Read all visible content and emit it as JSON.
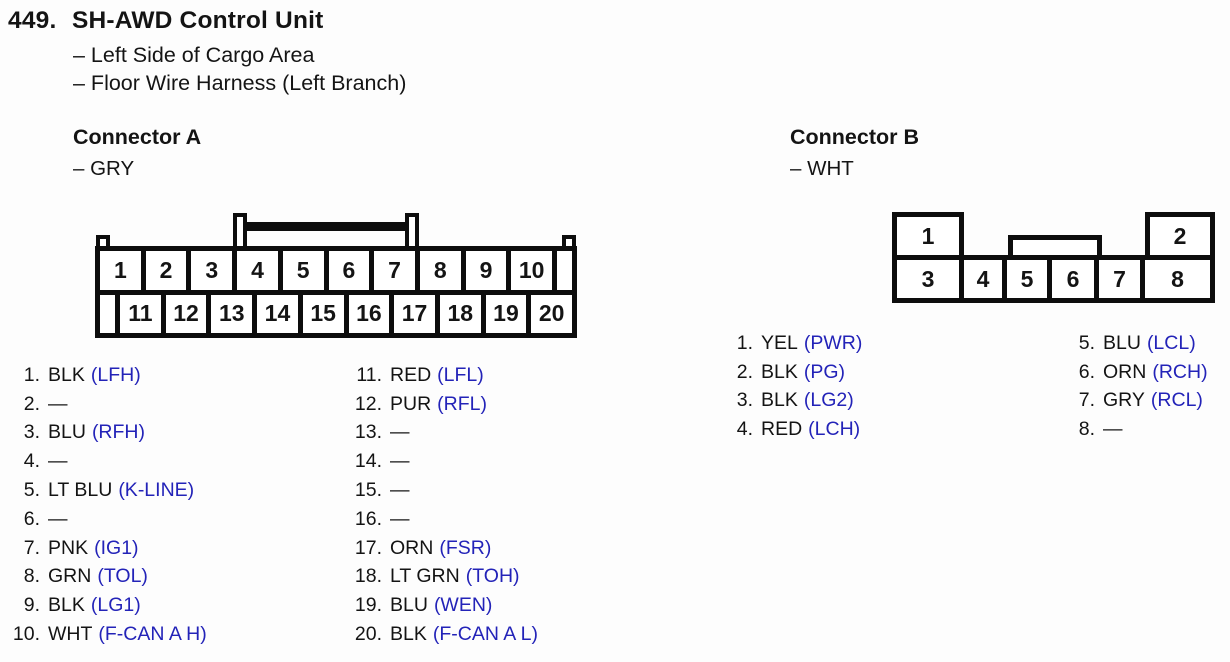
{
  "page": {
    "number": "449.",
    "title": "SH-AWD Control Unit",
    "location_lines": [
      "– Left Side of Cargo Area",
      "– Floor Wire Harness (Left Branch)"
    ]
  },
  "colors": {
    "signal_blue": "#2323b8",
    "text_black": "#141414",
    "line_black": "#0d0d0d",
    "background": "#fdfdfd"
  },
  "connector_a": {
    "title": "Connector A",
    "color_label": "– GRY",
    "top_row_pins": [
      "1",
      "2",
      "3",
      "4",
      "5",
      "6",
      "7",
      "8",
      "9",
      "10"
    ],
    "bottom_row_pins": [
      "11",
      "12",
      "13",
      "14",
      "15",
      "16",
      "17",
      "18",
      "19",
      "20"
    ],
    "pins_col1": [
      {
        "num": "1.",
        "wire": "BLK",
        "signal": "(LFH)"
      },
      {
        "num": "2.",
        "wire": "—",
        "signal": ""
      },
      {
        "num": "3.",
        "wire": "BLU",
        "signal": "(RFH)"
      },
      {
        "num": "4.",
        "wire": "—",
        "signal": ""
      },
      {
        "num": "5.",
        "wire": "LT BLU",
        "signal": "(K-LINE)"
      },
      {
        "num": "6.",
        "wire": "—",
        "signal": ""
      },
      {
        "num": "7.",
        "wire": "PNK",
        "signal": "(IG1)"
      },
      {
        "num": "8.",
        "wire": "GRN",
        "signal": "(TOL)"
      },
      {
        "num": "9.",
        "wire": "BLK",
        "signal": "(LG1)"
      },
      {
        "num": "10.",
        "wire": "WHT",
        "signal": "(F-CAN A H)"
      }
    ],
    "pins_col2": [
      {
        "num": "11.",
        "wire": "RED",
        "signal": "(LFL)"
      },
      {
        "num": "12.",
        "wire": "PUR",
        "signal": "(RFL)"
      },
      {
        "num": "13.",
        "wire": "—",
        "signal": ""
      },
      {
        "num": "14.",
        "wire": "—",
        "signal": ""
      },
      {
        "num": "15.",
        "wire": "—",
        "signal": ""
      },
      {
        "num": "16.",
        "wire": "—",
        "signal": ""
      },
      {
        "num": "17.",
        "wire": "ORN",
        "signal": "(FSR)"
      },
      {
        "num": "18.",
        "wire": "LT GRN",
        "signal": "(TOH)"
      },
      {
        "num": "19.",
        "wire": "BLU",
        "signal": "(WEN)"
      },
      {
        "num": "20.",
        "wire": "BLK",
        "signal": "(F-CAN A L)"
      }
    ]
  },
  "connector_b": {
    "title": "Connector B",
    "color_label": "– WHT",
    "top_pins": [
      "1",
      "2"
    ],
    "bottom_pins": [
      "3",
      "4",
      "5",
      "6",
      "7",
      "8"
    ],
    "pins_col1": [
      {
        "num": "1.",
        "wire": "YEL",
        "signal": "(PWR)"
      },
      {
        "num": "2.",
        "wire": "BLK",
        "signal": "(PG)"
      },
      {
        "num": "3.",
        "wire": "BLK",
        "signal": "(LG2)"
      },
      {
        "num": "4.",
        "wire": "RED",
        "signal": "(LCH)"
      }
    ],
    "pins_col2": [
      {
        "num": "5.",
        "wire": "BLU",
        "signal": "(LCL)"
      },
      {
        "num": "6.",
        "wire": "ORN",
        "signal": "(RCH)"
      },
      {
        "num": "7.",
        "wire": "GRY",
        "signal": "(RCL)"
      },
      {
        "num": "8.",
        "wire": "—",
        "signal": ""
      }
    ]
  }
}
